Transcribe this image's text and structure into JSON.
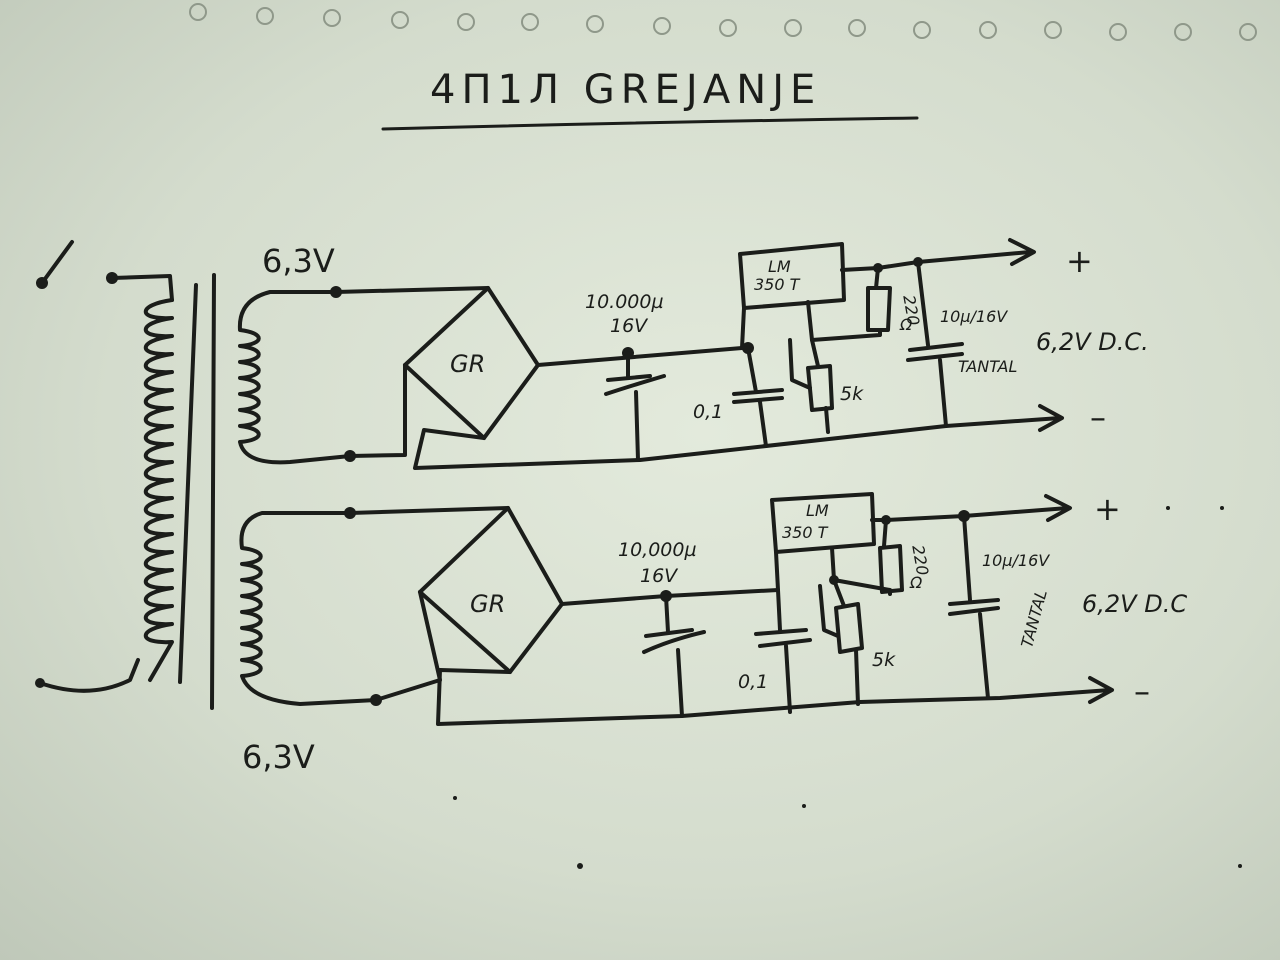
{
  "title": "4П1Л GREJANJE",
  "transformer": {
    "upper_secondary_label": "6,3V",
    "lower_secondary_label": "6,3V"
  },
  "channels": [
    {
      "rectifier": "GR",
      "filter_cap_value": "10.000µ",
      "filter_cap_voltage": "16V",
      "bypass_cap": "0,1",
      "regulator_line1": "LM",
      "regulator_line2": "350 T",
      "resistor_r1_value": "220",
      "resistor_r1_unit": "Ω",
      "pot_value": "5k",
      "output_cap": "10µ/16V",
      "output_cap_type": "TANTAL",
      "plus": "+",
      "minus": "–",
      "output_voltage": "6,2V D.C."
    },
    {
      "rectifier": "GR",
      "filter_cap_value": "10,000µ",
      "filter_cap_voltage": "16V",
      "bypass_cap": "0,1",
      "regulator_line1": "LM",
      "regulator_line2": "350 T",
      "resistor_r1_value": "220",
      "resistor_r1_unit": "Ω",
      "pot_value": "5k",
      "output_cap": "10µ/16V",
      "output_cap_type": "TANTAL",
      "plus": "+",
      "minus": "–",
      "output_voltage": "6,2V D.C"
    }
  ]
}
